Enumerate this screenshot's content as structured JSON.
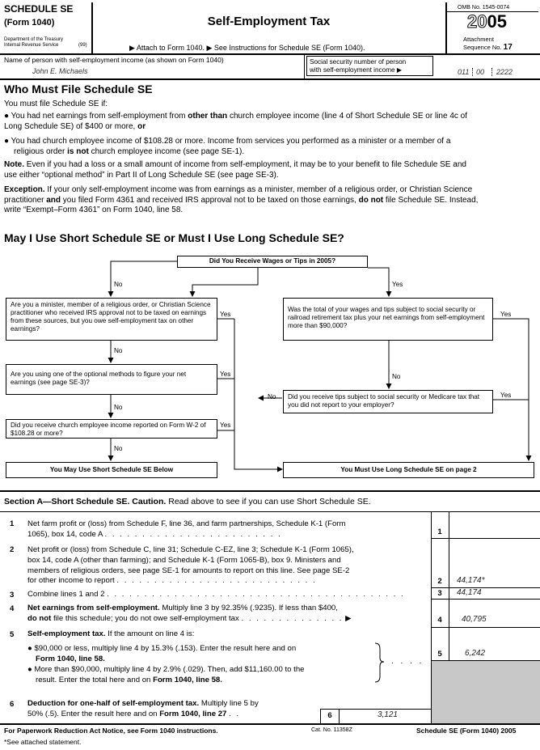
{
  "header": {
    "schedule": "SCHEDULE SE",
    "form": "(Form 1040)",
    "dept1": "Department of the Treasury",
    "dept2": "Internal Revenue Service",
    "dept_code": "(99)",
    "title": "Self-Employment Tax",
    "attach": "▶ Attach to Form 1040.  ▶ See Instructions for Schedule SE (Form 1040).",
    "omb": "OMB No. 1545-0074",
    "year_prefix": "20",
    "year_suffix": "05",
    "attachment": "Attachment",
    "sequence": "Sequence No.",
    "sequence_no": "17"
  },
  "name_row": {
    "name_label": "Name of person with self-employment income (as shown on Form 1040)",
    "name_value": "John E. Michaels",
    "ssn_label1": "Social security number of person",
    "ssn_label2": "with self-employment income ▶",
    "ssn1": "011",
    "ssn2": "00",
    "ssn3": "2222"
  },
  "who": {
    "heading": "Who Must File Schedule SE",
    "intro": "You must file Schedule SE if:",
    "b1a": "You had net earnings from self-employment from ",
    "b1b": "other than",
    "b1c": " church employee income (line 4 of Short Schedule SE or line 4c of",
    "b1d": "Long Schedule SE) of $400 or more, ",
    "b1e": "or",
    "b2a": "You had church employee income of $108.28 or more. Income from services you performed as a minister or a member of a",
    "b2b": "religious order ",
    "b2c": "is not",
    "b2d": " church employee income (see page SE-1).",
    "note_label": "Note.",
    "note1": " Even if you had a loss or a small amount of income from self-employment, it may be to your benefit to file Schedule SE and",
    "note2": "use either “optional method” in Part II of Long Schedule SE (see page SE-3).",
    "exc_label": "Exception.",
    "exc1": " If your only self-employment income was from earnings as a minister, member of a religious order, or Christian Science",
    "exc2": "practitioner ",
    "exc2b": "and",
    "exc2c": " you filed Form 4361 and received IRS approval not to be taxed on those earnings, ",
    "exc2d": "do not",
    "exc2e": " file Schedule SE. Instead,",
    "exc3": "write “Exempt–Form 4361” on Form 1040, line 58."
  },
  "may": {
    "heading": "May I Use Short Schedule SE or Must I Use Long Schedule SE?"
  },
  "flow": {
    "q_top": "Did You Receive Wages or Tips in 2005?",
    "no": "No",
    "yes": "Yes",
    "q_minister": "Are you a minister, member of a religious order, or Christian Science practitioner who received IRS approval not to be taxed on earnings from these sources, but you owe self-employment tax on other earnings?",
    "q_optional": "Are you using one of the optional methods to figure your net earnings (see page SE-3)?",
    "q_church": "Did you receive church employee income reported on Form W-2 of $108.28 or more?",
    "q_wages": "Was the total of your wages and tips subject to social security or railroad retirement tax plus your net earnings from self-employment more than $90,000?",
    "q_tips": "Did you receive tips subject to social security or Medicare tax that you did not report to your employer?",
    "short": "You May Use Short Schedule SE Below",
    "long": "You Must Use Long Schedule SE on page 2"
  },
  "sectionA": {
    "title_bold": "Section A—Short Schedule SE. Caution.",
    "title_rest": " Read above to see if you can use Short Schedule SE."
  },
  "lines": {
    "l1_1": "Net farm profit or (loss) from Schedule F, line 36, and farm partnerships, Schedule K-1 (Form",
    "l1_2": "1065), box 14, code A",
    "l2_1": "Net profit or (loss) from Schedule C, line 31; Schedule C-EZ, line 3; Schedule K-1 (Form 1065),",
    "l2_2": "box 14, code A (other than farming); and Schedule K-1 (Form 1065-B), box 9. Ministers and",
    "l2_3": "members of religious orders, see page SE-1 for amounts to report on this line. See page SE-2",
    "l2_4": "for other income to report",
    "l3": "Combine lines 1 and 2",
    "l4_bold": "Net earnings from self-employment.",
    "l4_1": " Multiply line 3 by 92.35% (.9235). If less than $400,",
    "l4_2b": "do not",
    "l4_2": " file this schedule; you do not owe self-employment tax",
    "l5_bold": "Self-employment tax.",
    "l5_1": " If the amount on line 4 is:",
    "l5_b1a": "$90,000 or less, multiply line 4 by 15.3% (.153). Enter the result here and on",
    "l5_b1b": "Form 1040, line 58.",
    "l5_b2a": "More than $90,000, multiply line 4 by 2.9% (.029). Then, add $11,160.00 to the",
    "l5_b2b": "result. Enter the total here and on ",
    "l5_b2c": "Form 1040, line 58.",
    "l6_bold": "Deduction for one-half of self-employment tax.",
    "l6_1": " Multiply line 5 by",
    "l6_2": "50% (.5). Enter the result here and on ",
    "l6_2b": "Form 1040, line 27",
    "n1": "1",
    "n2": "2",
    "n3": "3",
    "n4": "4",
    "n5": "5",
    "n6": "6",
    "v2": "44,174*",
    "v3": "44,174",
    "v4": "40,795",
    "v5": "6,242",
    "v6": "3,121"
  },
  "footer": {
    "left": "For Paperwork Reduction Act Notice, see Form 1040 instructions.",
    "cat": "Cat. No. 11358Z",
    "right": "Schedule SE (Form 1040) 2005",
    "note": "*See attached statement."
  }
}
